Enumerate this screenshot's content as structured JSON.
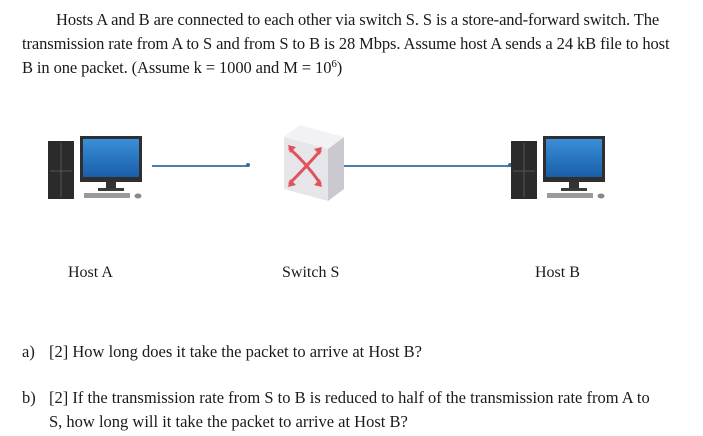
{
  "problem": {
    "intro_text": "Hosts A and B are connected to each other via switch S. S is a store-and-forward switch. The transmission rate from A to S and from S to B is 28 Mbps. Assume host A sends a 24 kB file to host B in one packet. (Assume k = 1000 and M = ",
    "exponent_base": "10",
    "exponent_power": "6",
    "closing": ")"
  },
  "diagram": {
    "nodes": [
      {
        "label": "Host A",
        "icon": "desktop-computer-icon"
      },
      {
        "label": "Switch S",
        "icon": "network-switch-icon"
      },
      {
        "label": "Host B",
        "icon": "desktop-computer-icon"
      }
    ],
    "colors": {
      "link": "#4a7fb0",
      "screen": "#1f6fb8",
      "switch_arrows": "#e0535c"
    }
  },
  "questions": [
    {
      "number": "a)",
      "text": "[2] How long does it take the packet to arrive at Host B?"
    },
    {
      "number": "b)",
      "text": "[2] If the transmission rate from S to B is reduced to half of the transmission rate from A to S, how long will it take the packet to arrive at Host B?"
    }
  ]
}
